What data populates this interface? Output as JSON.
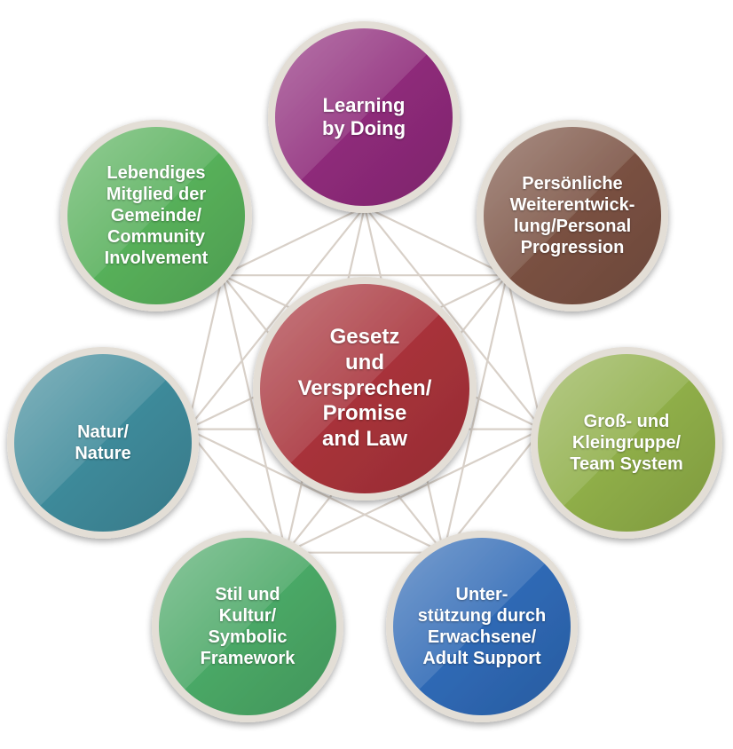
{
  "diagram": {
    "center": {
      "label": "Gesetz\nund\nVersprechen/\nPromise\nand Law",
      "color": "#a8323a"
    },
    "nodes": [
      {
        "id": "learning-by-doing",
        "label": "Learning\nby Doing",
        "color": "#8e2a7a"
      },
      {
        "id": "personal-progression",
        "label": "Persönliche\nWeiterentwick-\nlung/Personal\nProgression",
        "color": "#7a5142"
      },
      {
        "id": "team-system",
        "label": "Groß- und\nKleingruppe/\nTeam System",
        "color": "#8fae48"
      },
      {
        "id": "adult-support",
        "label": "Unter-\nstützung durch\nErwachsene/\nAdult Support",
        "color": "#2f69b5"
      },
      {
        "id": "symbolic-framework",
        "label": "Stil und\nKultur/\nSymbolic\nFramework",
        "color": "#4aa866"
      },
      {
        "id": "nature",
        "label": "Natur/\nNature",
        "color": "#3e8a9a"
      },
      {
        "id": "community-involvement",
        "label": "Lebendiges\nMitglied der\nGemeinde/\nCommunity\nInvolvement",
        "color": "#57b05a"
      }
    ],
    "line_color": "#d8d0c8",
    "ring_color": "#e3ded6"
  }
}
